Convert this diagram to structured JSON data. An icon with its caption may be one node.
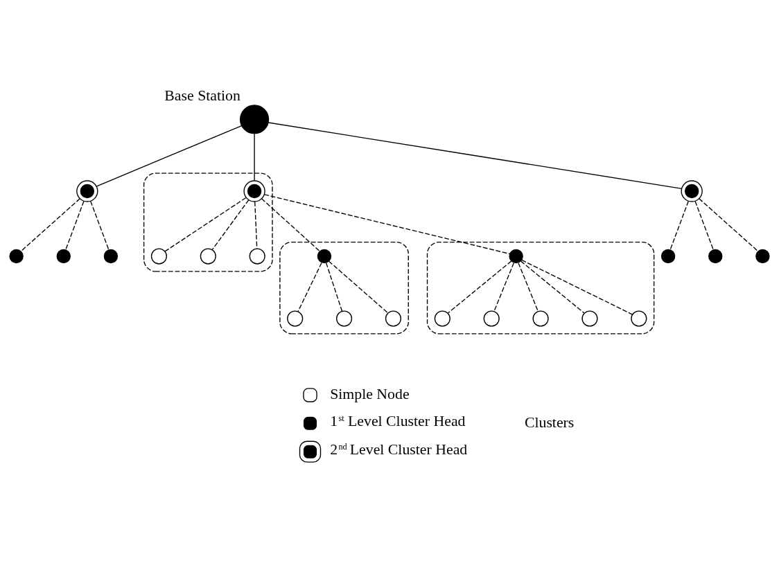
{
  "diagram": {
    "nodes": [
      {
        "text": [],
        "shape": "circle",
        "beside": [
          "Base Station"
        ]
      },
      {
        "text": [],
        "shape": "circle"
      },
      {
        "text": [],
        "shape": "circle"
      },
      {
        "text": [],
        "shape": "circle"
      },
      {
        "text": [],
        "shape": "circle"
      },
      {
        "text": [],
        "shape": "circle"
      },
      {
        "text": [],
        "shape": "circle"
      },
      {
        "text": [],
        "shape": "circle"
      },
      {
        "text": [],
        "shape": "circle"
      },
      {
        "text": [],
        "shape": "ellipse"
      },
      {
        "text": [],
        "shape": "circle",
        "in": 9
      },
      {
        "text": [],
        "shape": "circle",
        "in": 9
      },
      {
        "text": [],
        "shape": "circle",
        "in": 9
      },
      {
        "text": [],
        "shape": "circle",
        "in": 9
      },
      {
        "text": [],
        "shape": "ellipse"
      },
      {
        "text": [],
        "shape": "circle",
        "in": 14
      },
      {
        "text": [],
        "shape": "circle",
        "in": 14
      },
      {
        "text": [],
        "shape": "circle",
        "in": 14
      },
      {
        "text": [],
        "shape": "circle",
        "in": 14
      },
      {
        "text": [],
        "shape": "ellipse"
      },
      {
        "text": [],
        "shape": "circle",
        "in": 19
      },
      {
        "text": [],
        "shape": "circle",
        "in": 19
      },
      {
        "text": [],
        "shape": "circle",
        "in": 19
      },
      {
        "text": [],
        "shape": "circle",
        "in": 19
      },
      {
        "text": [],
        "shape": "circle",
        "in": 19
      },
      {
        "text": [],
        "shape": "circle",
        "in": 19
      }
    ],
    "edges": [
      {
        "from": 0,
        "to": 1,
        "arrow": "none"
      },
      {
        "from": 0,
        "to": 5,
        "arrow": "none"
      },
      {
        "from": 0,
        "to": 10,
        "arrow": "none"
      },
      {
        "from": 1,
        "to": 2,
        "arrow": "none",
        "style": "dashed"
      },
      {
        "from": 1,
        "to": 3,
        "arrow": "none",
        "style": "dashed"
      },
      {
        "from": 1,
        "to": 4,
        "arrow": "none",
        "style": "dashed"
      },
      {
        "from": 5,
        "to": 6,
        "arrow": "none",
        "style": "dashed"
      },
      {
        "from": 5,
        "to": 7,
        "arrow": "none",
        "style": "dashed"
      },
      {
        "from": 5,
        "to": 8,
        "arrow": "none",
        "style": "dashed"
      },
      {
        "from": 10,
        "to": 11,
        "arrow": "none",
        "style": "dashed"
      },
      {
        "from": 10,
        "to": 12,
        "arrow": "none",
        "style": "dashed"
      },
      {
        "from": 10,
        "to": 13,
        "arrow": "none",
        "style": "dashed"
      },
      {
        "from": 10,
        "to": 15,
        "arrow": "none",
        "style": "dashed"
      },
      {
        "from": 10,
        "to": 20,
        "arrow": "none",
        "style": "dashed"
      },
      {
        "from": 15,
        "to": 16,
        "arrow": "none",
        "style": "dashed"
      },
      {
        "from": 15,
        "to": 17,
        "arrow": "none",
        "style": "dashed"
      },
      {
        "from": 15,
        "to": 18,
        "arrow": "none",
        "style": "dashed"
      },
      {
        "from": 20,
        "to": 21,
        "arrow": "none",
        "style": "dashed"
      },
      {
        "from": 20,
        "to": 22,
        "arrow": "none",
        "style": "dashed"
      },
      {
        "from": 20,
        "to": 23,
        "arrow": "none",
        "style": "dashed"
      },
      {
        "from": 20,
        "to": 24,
        "arrow": "none",
        "style": "dashed"
      },
      {
        "from": 20,
        "to": 25,
        "arrow": "none",
        "style": "dashed"
      }
    ],
    "labels": [
      "Clusters"
    ],
    "legend": [
      {
        "text": "Simple Node"
      },
      {
        "text": "1$^{st}$ Level Cluster Head"
      },
      {
        "text": "2$^{nd}$ Level Cluster Head"
      }
    ]
  }
}
